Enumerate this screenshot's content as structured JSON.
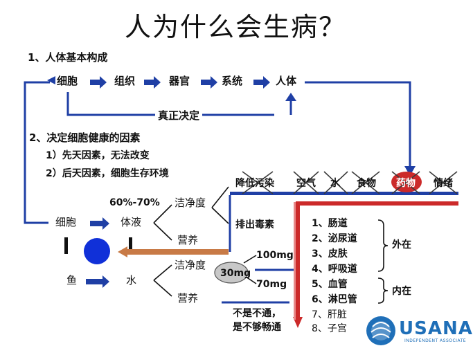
{
  "title": "人为什么会生病？",
  "section1": {
    "heading": "1、人体基本构成",
    "chain": [
      "细胞",
      "组织",
      "器官",
      "系统",
      "人体"
    ],
    "link_label": "真正决定"
  },
  "section2": {
    "heading": "2、决定细胞健康的因素",
    "factors": [
      "1）先天因素，无法改变",
      "2）后天因素，细胞生存环境"
    ]
  },
  "environment": {
    "percentage": "60%-70%",
    "cell": "细胞",
    "body_fluid": "体液",
    "fish": "鱼",
    "water": "水",
    "cleanliness_top": "洁净度",
    "nutrition_top": "营养",
    "cleanliness_bottom": "洁净度",
    "nutrition_bottom": "营养",
    "pollution_reduction": "降低污染",
    "pollutants": [
      "空气",
      "水",
      "食物",
      "药物",
      "情绪"
    ],
    "detox": "排出毒素",
    "dose": "30mg",
    "dose_high": "100mg",
    "dose_low": "70mg",
    "blocked": [
      "不是不通，",
      "是不够畅通"
    ]
  },
  "organs": {
    "items": [
      "1、肠道",
      "2、泌尿道",
      "3、皮肤",
      "4、呼吸道",
      "5、血管",
      "6、淋巴管",
      "7、肝脏",
      "8、子宫"
    ],
    "external": "外在",
    "internal": "内在"
  },
  "logo": {
    "text": "USANA",
    "tagline": "INDEPENDENT ASSOCIATE"
  },
  "colors": {
    "blue": "#1f3fa5",
    "red": "#cc2a2a",
    "cell": "#1030d8",
    "brown": "#c87a46",
    "grey": "#c8c8c8",
    "cross": "#3a3a3a"
  }
}
